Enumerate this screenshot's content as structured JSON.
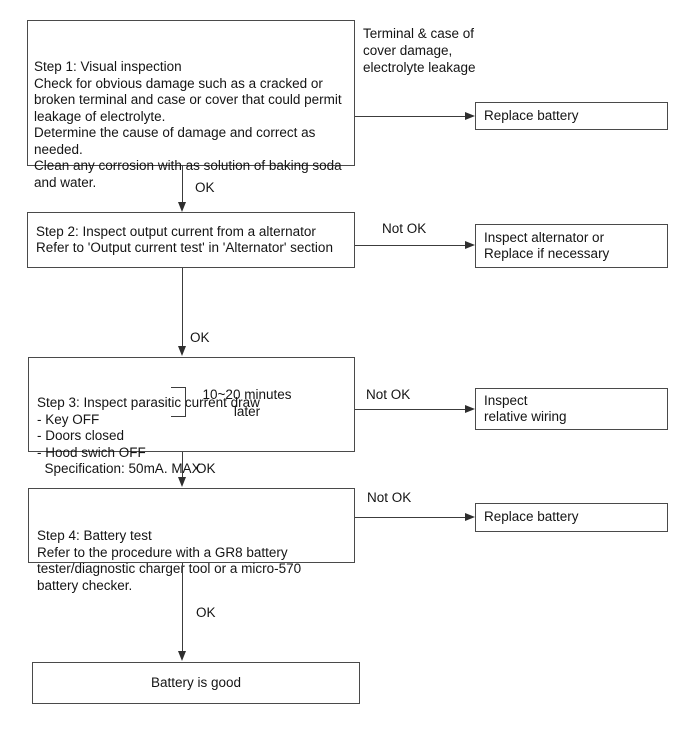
{
  "colors": {
    "background": "#ffffff",
    "box_border": "#4a4a4a",
    "line": "#3c3c3c",
    "text": "#141414"
  },
  "flow": {
    "step1": {
      "text": "Step 1: Visual inspection\nCheck for obvious damage such as a cracked or\nbroken terminal and case or cover that could permit\nleakage of electrolyte.\nDetermine the cause of damage and correct as\nneeded.\nClean any corrosion with as solution of baking soda\nand water."
    },
    "step2": {
      "text": "Step 2: Inspect output current from a alternator\nRefer to 'Output current test' in 'Alternator' section"
    },
    "step3": {
      "text": "Step 3: Inspect parasitic current draw\n- Key OFF\n- Doors closed\n- Hood swich OFF\n  Specification: 50mA. MAX",
      "duration_note": "10~20 minutes\nlater"
    },
    "step4": {
      "text": "Step 4: Battery test\nRefer to the procedure with a GR8 battery\ntester/diagnostic charger tool or a micro-570\nbattery checker."
    },
    "result": {
      "text": "Battery is good"
    },
    "condition_note": "Terminal & case of\ncover damage,\nelectrolyte leakage",
    "outcomes": {
      "replace_battery_1": "Replace battery",
      "inspect_alternator": "Inspect alternator or\nReplace if necessary",
      "inspect_wiring": "Inspect\nrelative wiring",
      "replace_battery_2": "Replace battery"
    },
    "edge_labels": {
      "ok": "OK",
      "not_ok": "Not OK"
    }
  }
}
